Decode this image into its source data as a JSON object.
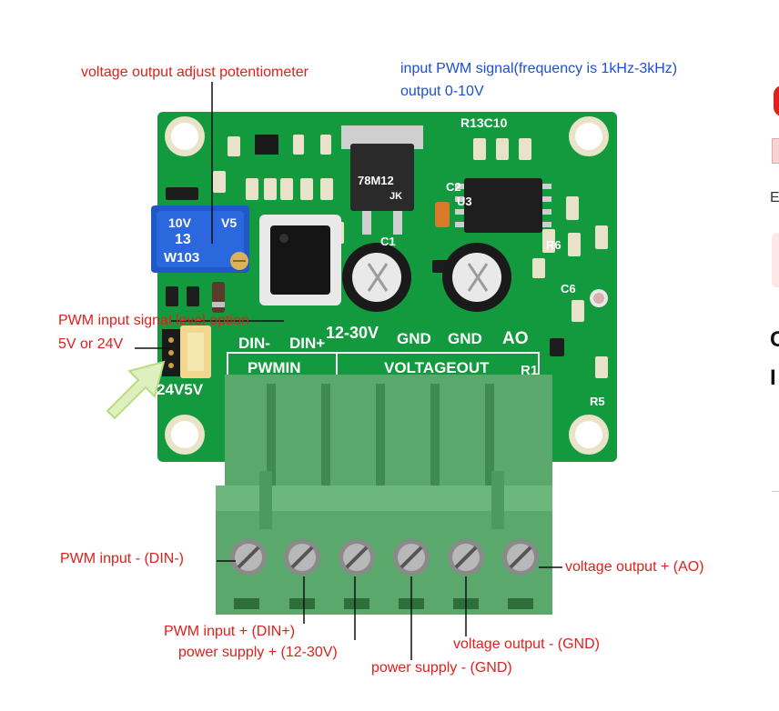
{
  "colors": {
    "pcb": "#139a3f",
    "pcb_dark": "#0d7a31",
    "terminal": "#5aa86b",
    "terminal_dark": "#3f8a50",
    "callout_red": "#e0201c",
    "callout_blue": "#1b4fd6"
  },
  "callouts": {
    "pot": "voltage output adjust potentiometer",
    "input_signal": "input PWM signal(frequency is 1kHz-3kHz)",
    "output_range": "output 0-10V",
    "level_option_1": "PWM input signal level option",
    "level_option_2": "5V or 24V",
    "pwm_in_minus": "PWM input - (DIN-)",
    "pwm_in_plus": "PWM input + (DIN+)",
    "power_plus": "power supply + (12-30V)",
    "power_minus": "power supply - (GND)",
    "vout_minus": "voltage output - (GND)",
    "vout_plus": "voltage output + (AO)"
  },
  "silkscreen": {
    "din_minus": "DIN-",
    "din_plus": "DIN+",
    "v12_30": "12-30V",
    "gnd1": "GND",
    "gnd2": "GND",
    "ao": "AO",
    "pwmin": "PWMIN",
    "voltageout": "VOLTAGEOUT",
    "v24v5v": "24V5V",
    "v10v": "10V",
    "v5": "V5",
    "r13c10": "R13C10",
    "r1": "R1",
    "r5": "R5",
    "r6": "R6",
    "c1": "C1",
    "c2": "C2",
    "u3": "U3",
    "c6": "C6",
    "reg_model": "78M12",
    "reg_code": "JK",
    "pot_value": "W103",
    "pot_code": "13"
  },
  "right_fragments": {
    "e": "E",
    "c": "C",
    "i": "I"
  }
}
